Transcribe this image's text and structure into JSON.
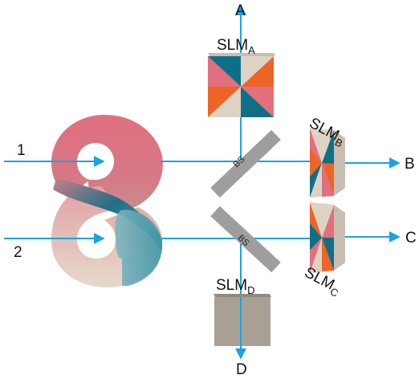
{
  "inputs": {
    "in1": "1",
    "in2": "2"
  },
  "outputs": {
    "A": "A",
    "B": "B",
    "C": "C",
    "D": "D"
  },
  "splitters": {
    "top": "BS",
    "bottom": "BS"
  },
  "slm": {
    "A": {
      "main": "SLM",
      "sub": "A"
    },
    "B": {
      "main": "SLM",
      "sub": "B"
    },
    "C": {
      "main": "SLM",
      "sub": "C"
    },
    "D": {
      "main": "SLM",
      "sub": "D"
    }
  },
  "colors": {
    "beam": "#1aa3e0",
    "splitter": "#9e9e9e",
    "pink": "#e26f7e",
    "teal": "#0f6f86",
    "orange": "#ee6426",
    "beige": "#ddd3c4",
    "slm_d": "#a8a094"
  }
}
